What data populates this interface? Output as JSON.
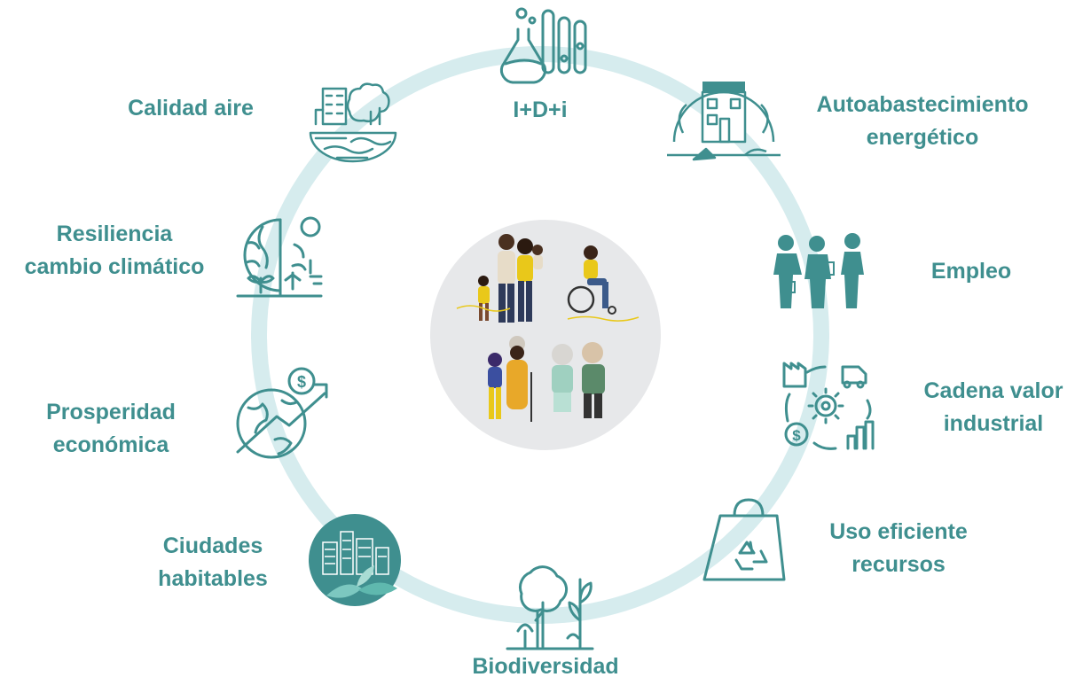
{
  "center": {
    "description_icon": "diverse-people-illustration"
  },
  "colors": {
    "ring": "#d6ecee",
    "accent": "#3f8f8f",
    "center_bg": "#e7e8ea"
  },
  "items": [
    {
      "id": "id",
      "lines": [
        "I+D+i"
      ],
      "icon": "lab-flasks-icon"
    },
    {
      "id": "autoabastecimiento",
      "lines": [
        "Autoabastecimiento",
        "energético"
      ],
      "icon": "solar-house-icon"
    },
    {
      "id": "empleo",
      "lines": [
        "Empleo"
      ],
      "icon": "people-handshake-icon"
    },
    {
      "id": "cadena",
      "lines": [
        "Cadena valor",
        "industrial"
      ],
      "icon": "industry-cycle-icon"
    },
    {
      "id": "uso",
      "lines": [
        "Uso eficiente",
        "recursos"
      ],
      "icon": "recycle-bag-icon"
    },
    {
      "id": "biodiversidad",
      "lines": [
        "Biodiversidad"
      ],
      "icon": "trees-icon"
    },
    {
      "id": "ciudades",
      "lines": [
        "Ciudades",
        "habitables"
      ],
      "icon": "green-city-icon"
    },
    {
      "id": "prosperidad",
      "lines": [
        "Prosperidad",
        "económica"
      ],
      "icon": "globe-growth-icon"
    },
    {
      "id": "resiliencia",
      "lines": [
        "Resiliencia",
        "cambio climático"
      ],
      "icon": "climate-plant-icon"
    },
    {
      "id": "calidad",
      "lines": [
        "Calidad aire"
      ],
      "icon": "city-air-icon"
    }
  ]
}
